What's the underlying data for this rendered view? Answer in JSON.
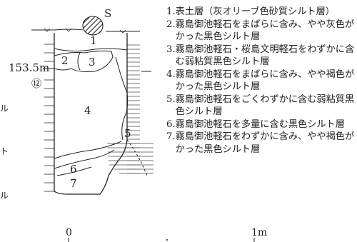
{
  "diagram": {
    "sample_marker": "S",
    "elevation_label": "153.5m",
    "section_number": "⑫",
    "side_fragments": [
      "ル",
      "ト",
      "ル"
    ],
    "layer_numbers": [
      "1",
      "2",
      "3",
      "4",
      "5",
      "6",
      "7"
    ],
    "scale": {
      "start": "0",
      "end": "1m"
    }
  },
  "legend": [
    {
      "num": "1.",
      "text": "表土層（灰オリーブ色砂質シルト層）"
    },
    {
      "num": "2.",
      "text": "霧島御池軽石をまばらに含み、やや灰色がかった黒色シルト層"
    },
    {
      "num": "3.",
      "text": "霧島御池軽石・桜島文明軽石をわずかに含む弱粘質黒色シルト層"
    },
    {
      "num": "4.",
      "text": "霧島御池軽石をまばらに含み、やや褐色がかった黒色シルト層"
    },
    {
      "num": "5.",
      "text": "霧島御池軽石をごくわずかに含む弱粘質黒色シルト層"
    },
    {
      "num": "6.",
      "text": "霧島御池軽石を多量に含む黒色シルト層"
    },
    {
      "num": "7.",
      "text": "霧島御池軽石をわずかに含み、やや褐色がかった黒色シルト層"
    }
  ]
}
